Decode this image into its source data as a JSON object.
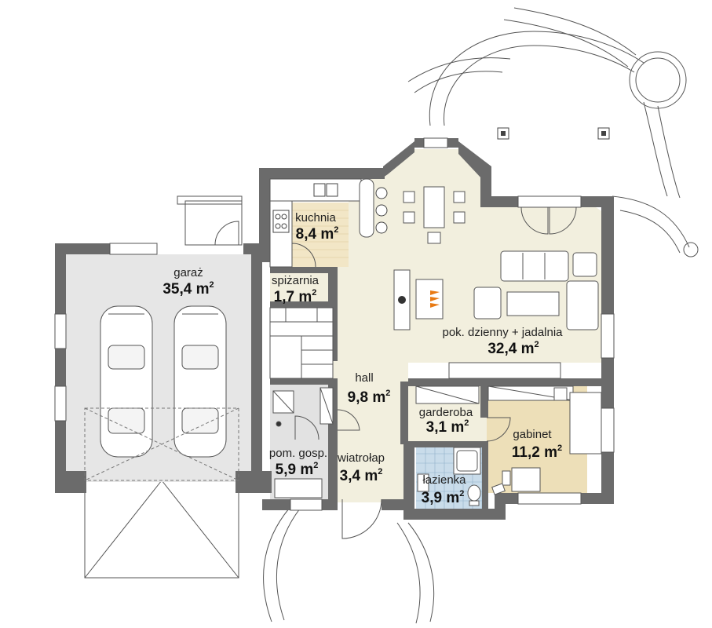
{
  "colors": {
    "wall": "#6b6b6b",
    "garage_floor": "#e6e6e6",
    "living_floor": "#f2efde",
    "study_floor": "#eddfb8",
    "bathroom_tiles": "#c9dcea",
    "utility_floor": "#e2e2e2",
    "stove_flame": "#e87a14",
    "outdoor_line": "#555555"
  },
  "rooms": [
    {
      "id": "garaz",
      "name": "garaż",
      "area_value": "35,4",
      "unit": "m",
      "sup": "2"
    },
    {
      "id": "kuchnia",
      "name": "kuchnia",
      "area_value": "8,4",
      "unit": "m",
      "sup": "2"
    },
    {
      "id": "spizarnia",
      "name": "spiżarnia",
      "area_value": "1,7",
      "unit": "m",
      "sup": "2"
    },
    {
      "id": "pok_dzienny",
      "name": "pok. dzienny + jadalnia",
      "area_value": "32,4",
      "unit": "m",
      "sup": "2"
    },
    {
      "id": "hall",
      "name": "hall",
      "area_value": "9,8",
      "unit": "m",
      "sup": "2"
    },
    {
      "id": "garderoba",
      "name": "garderoba",
      "area_value": "3,1",
      "unit": "m",
      "sup": "2"
    },
    {
      "id": "gabinet",
      "name": "gabinet",
      "area_value": "11,2",
      "unit": "m",
      "sup": "2"
    },
    {
      "id": "pom_gosp",
      "name": "pom. gosp.",
      "area_value": "5,9",
      "unit": "m",
      "sup": "2"
    },
    {
      "id": "wiatrolap",
      "name": "wiatrołap",
      "area_value": "3,4",
      "unit": "m",
      "sup": "2"
    },
    {
      "id": "lazienka",
      "name": "łazienka",
      "area_value": "3,9",
      "unit": "m",
      "sup": "2"
    }
  ],
  "icons": [
    "car-icon",
    "stove-icon",
    "sink-icon",
    "fireplace-icon",
    "sofa-icon",
    "dining-table-icon",
    "bathtub-icon",
    "toilet-icon",
    "stairs-icon",
    "door-swing-icon"
  ]
}
